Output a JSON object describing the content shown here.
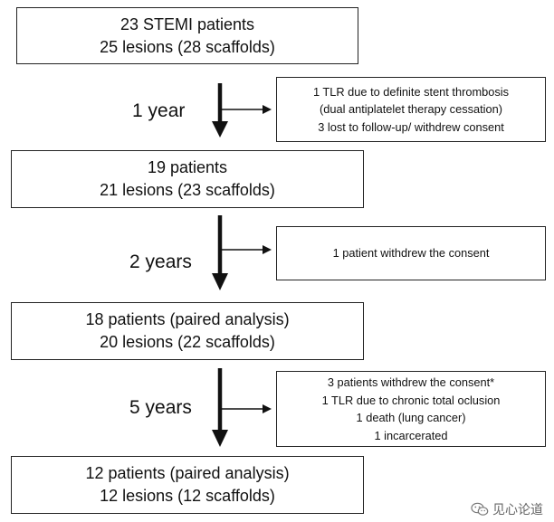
{
  "stages": [
    {
      "lines": [
        "23 STEMI patients",
        "25 lesions (28 scaffolds)"
      ]
    },
    {
      "lines": [
        "19 patients",
        "21 lesions  (23 scaffolds)"
      ]
    },
    {
      "lines": [
        "18 patients (paired analysis)",
        "20 lesions (22 scaffolds)"
      ]
    },
    {
      "lines": [
        "12 patients (paired analysis)",
        "12 lesions (12 scaffolds)"
      ]
    }
  ],
  "intervals": [
    {
      "label": "1 year",
      "notes": [
        "1 TLR  due to definite stent thrombosis",
        "(dual antiplatelet therapy cessation)",
        "3 lost to follow-up/ withdrew consent"
      ]
    },
    {
      "label": "2 years",
      "notes": [
        "1 patient withdrew the consent"
      ]
    },
    {
      "label": "5 years",
      "notes": [
        "3 patients withdrew the consent*",
        "1 TLR due to chronic total oclusion",
        "1 death (lung cancer)",
        "1 incarcerated"
      ]
    }
  ],
  "watermark": {
    "icon": "wechat-icon",
    "text": "见心论道"
  },
  "colors": {
    "border": "#222222",
    "arrow": "#111111",
    "text": "#111111"
  }
}
